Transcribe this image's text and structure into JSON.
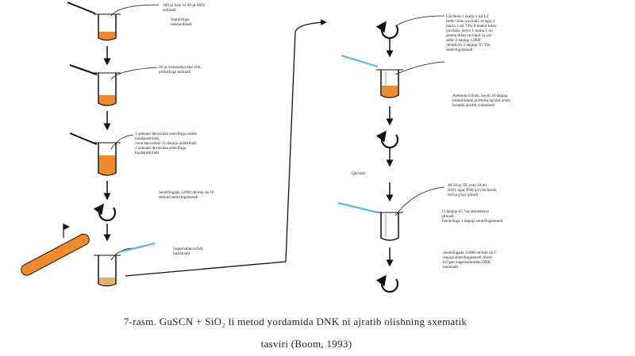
{
  "colors": {
    "tube_fill": "#f08a2c",
    "tube_stroke": "#111111",
    "pipette_blue": "#5fb6e6",
    "arrow": "#111111"
  },
  "left_column": {
    "step1": [
      "300 μl lizis va 40 μl SiO2",
      "solinadi",
      "Tsentrifuga",
      "tashlandiladi"
    ],
    "step2": [
      "50 μl Ionomatsiyalar olib,",
      "probirkaga solinadi"
    ],
    "step3": [
      "1 soknani devoridan sentrifuga ustida",
      "tozalandiriladi,",
      "xona haroratida 15 daqiqa qoldiriladi.",
      "1 soknani devoridan sentrifuga",
      "tozalandiriladi"
    ],
    "step4": [
      "Sentrifugada 12000 ob/min da 10",
      "sekund sentrifugalanadi"
    ],
    "step5": [
      "Supernatant to'kib",
      "tashlanadi"
    ]
  },
  "right_column": {
    "step1": [
      "Cho'kma 1 marta 1 ml L2",
      "bufer bilan yuviladi, to'ngra 2",
      "marta 1 ml 70% li etanol bilan",
      "yuviladi, keyin 1 marta 1 ml",
      "aseton bilan yuviladi va xar",
      "safar 2 daqiqa 12000",
      "ob/min/m 2 daqiqa 56 °Da",
      "sentrifugalanadi"
    ],
    "step2": [
      "Asetonni to'kish, keyin 10 daqiqa",
      "termoblokda probirka og'zini ochiq",
      "holatda quritib yuboriladi"
    ],
    "drying_label": "Quritish",
    "step3": [
      "40-50 μl TE yoki 20 ml",
      "H2O, ogar PSR qo'yish kerak",
      "bo'lsa g'oyi qilindi"
    ],
    "step4": [
      "15 daqiqa 65 °da inkubatsiya",
      "qilinadi",
      "Tsentrifuga 1 daqiqa sentrifugalanadi"
    ],
    "step5": [
      "Sentrifugada 12000 ob/min da 2",
      "daqiqa sentrifugalanadi. Bosh",
      "bo'lgan supernatantdan DNK",
      "tanlanadi"
    ]
  },
  "caption": {
    "line1": "7-rasm. GuSCN + SiO₂ li metod yordamida DNK ni ajratib olishning sxematik",
    "line2": "tasviri (Boom, 1993)"
  }
}
